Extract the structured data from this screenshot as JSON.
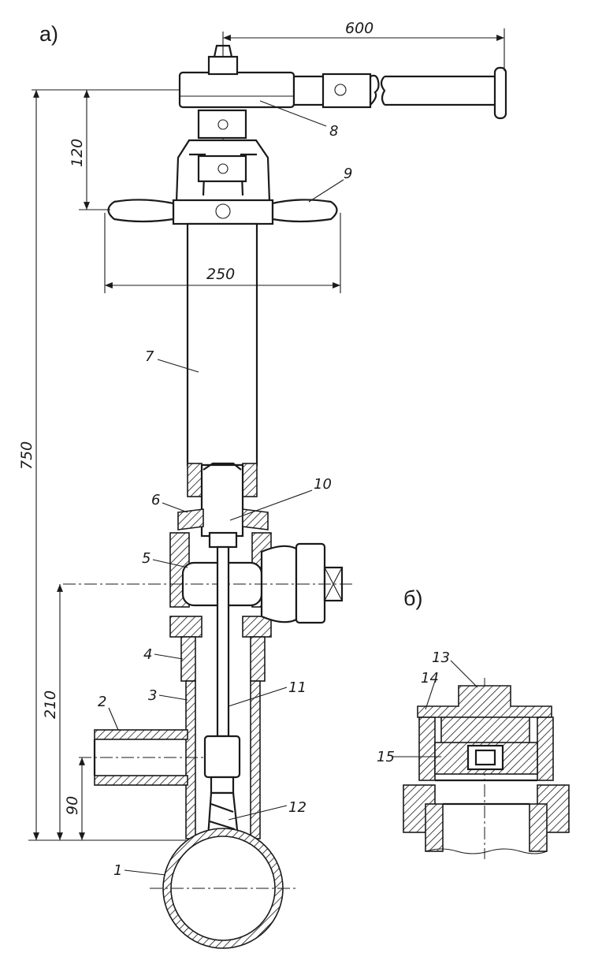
{
  "panels": {
    "a": "а)",
    "b": "б)"
  },
  "dimensions": {
    "lever_length": "600",
    "handle_height": "120",
    "handle_span": "250",
    "total_height": "750",
    "valve_axis_height": "210",
    "branch_axis_height": "90"
  },
  "parts": [
    "1",
    "2",
    "3",
    "4",
    "5",
    "6",
    "7",
    "8",
    "9",
    "10",
    "11",
    "12",
    "13",
    "14",
    "15"
  ]
}
